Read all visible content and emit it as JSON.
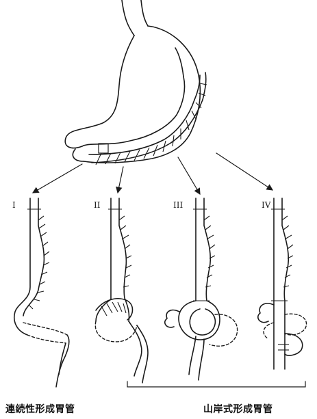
{
  "panels": [
    {
      "numeral": "I"
    },
    {
      "numeral": "II"
    },
    {
      "numeral": "III"
    },
    {
      "numeral": "IV"
    }
  ],
  "captions": {
    "left": "連続性形成胃管",
    "right": "山岸式形成胃管"
  },
  "colors": {
    "ink": "#1a1a1a",
    "background": "#ffffff"
  }
}
